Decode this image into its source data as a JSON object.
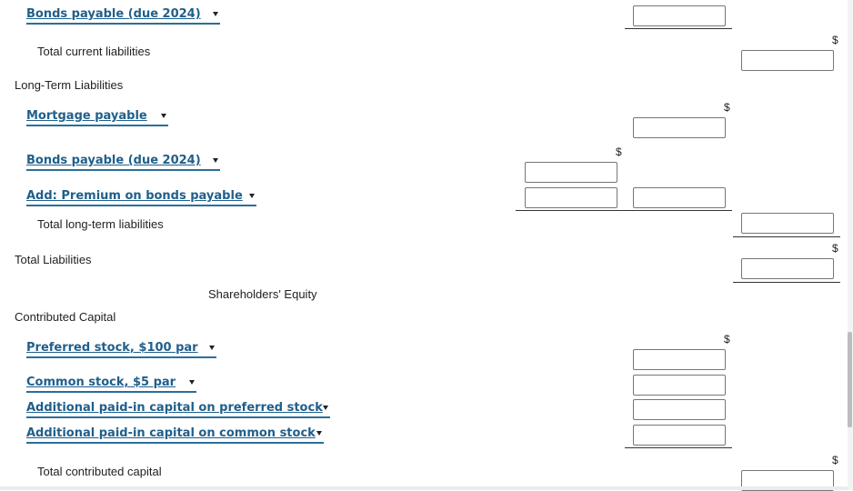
{
  "rows": {
    "bonds_payable_1": "Bonds payable (due 2024)",
    "total_current_liabilities": "Total current liabilities",
    "long_term_liabilities": "Long-Term Liabilities",
    "mortgage_payable": "Mortgage payable",
    "bonds_payable_2": "Bonds payable (due 2024)",
    "add_premium": "Add: Premium on bonds payable",
    "total_long_term_liabilities": "Total long-term liabilities",
    "total_liabilities": "Total Liabilities",
    "shareholders_equity": "Shareholders' Equity",
    "contributed_capital": "Contributed Capital",
    "preferred_stock": "Preferred stock, $100 par",
    "common_stock": "Common stock, $5 par",
    "apic_preferred": "Additional paid-in capital on preferred stock",
    "apic_common": "Additional paid-in capital on common stock",
    "total_contributed_capital": "Total contributed capital"
  },
  "currency_symbol": "$",
  "colors": {
    "dropdown_text": "#1f5f8b",
    "dropdown_underline": "#2b6f99",
    "input_border": "#767676"
  }
}
